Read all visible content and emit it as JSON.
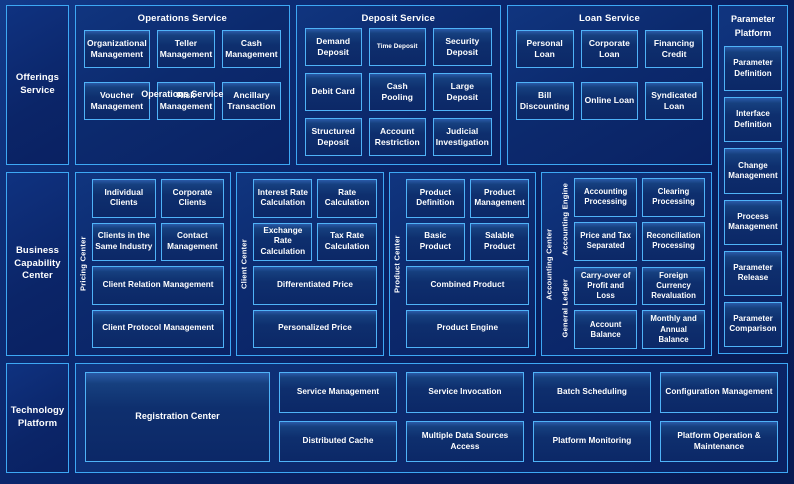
{
  "layers": {
    "offerings": {
      "label": "Offerings\nService"
    },
    "business": {
      "label": "Business\nCapability\nCenter"
    },
    "technology": {
      "label": "Technology\nPlatform"
    }
  },
  "offerings_row": {
    "groups": [
      {
        "title": "Operations Service",
        "ghost_label": "Operations Service",
        "cards": [
          "Organizational Management",
          "Teller Management",
          "Cash Management",
          "Voucher Management",
          "Risk Management",
          "Ancillary Transaction"
        ]
      },
      {
        "title": "Deposit Service",
        "cards": [
          "Demand Deposit",
          "Time Deposit",
          "Security Deposit",
          "Debit Card",
          "Cash Pooling",
          "Large Deposit",
          "Structured Deposit",
          "Account Restriction",
          "Judicial Investigation"
        ]
      },
      {
        "title": "Loan Service",
        "cards": [
          "Personal Loan",
          "Corporate Loan",
          "Financing Credit",
          "Bill Discounting",
          "Online Loan",
          "Syndicated Loan"
        ]
      }
    ]
  },
  "parameter_platform": {
    "title": "Parameter Platform",
    "items": [
      "Parameter Definition",
      "Interface Definition",
      "Change Management",
      "Process Management",
      "Parameter Release",
      "Parameter Comparison"
    ]
  },
  "business_row": {
    "groups": [
      {
        "vlabel": "Pricing Center",
        "cards": [
          "Individual Clients",
          "Corporate Clients",
          "Clients in the Same Industry",
          "Contact Management",
          "Client Relation Management",
          "Client Protocol Management"
        ]
      },
      {
        "vlabel": "Client Center",
        "cards": [
          "Interest Rate Calculation",
          "Rate Calculation",
          "Exchange Rate Calculation",
          "Tax Rate Calculation",
          "Differentiated Price",
          "Personalized Price"
        ]
      },
      {
        "vlabel": "Product Center",
        "cards": [
          "Product Definition",
          "Product Management",
          "Basic Product",
          "Salable Product",
          "Combined Product",
          "Product Engine"
        ]
      }
    ],
    "accounting": {
      "vlabel": "Accounting Center",
      "blocks": [
        {
          "vlabel": "Accounting Engine",
          "cards": [
            "Accounting Processing",
            "Clearing Processing",
            "Price and Tax Separated",
            "Reconciliation Processing"
          ]
        },
        {
          "vlabel": "General  Ledger",
          "cards": [
            "Carry-over of Profit and Loss",
            "Foreign Currency Revaluation",
            "Account Balance",
            "Monthly and Annual Balance"
          ]
        }
      ]
    }
  },
  "technology_row": {
    "registration": "Registration Center",
    "cards": [
      "Service Management",
      "Service Invocation",
      "Batch Scheduling",
      "Configuration Management",
      "Distributed Cache",
      "Multiple Data Sources Access",
      "Platform Monitoring",
      "Platform Operation & Maintenance"
    ]
  },
  "colors": {
    "background": "#0a2468",
    "border": "#3da8f5",
    "card_border": "#4fb3f8",
    "text": "#ffffff"
  }
}
